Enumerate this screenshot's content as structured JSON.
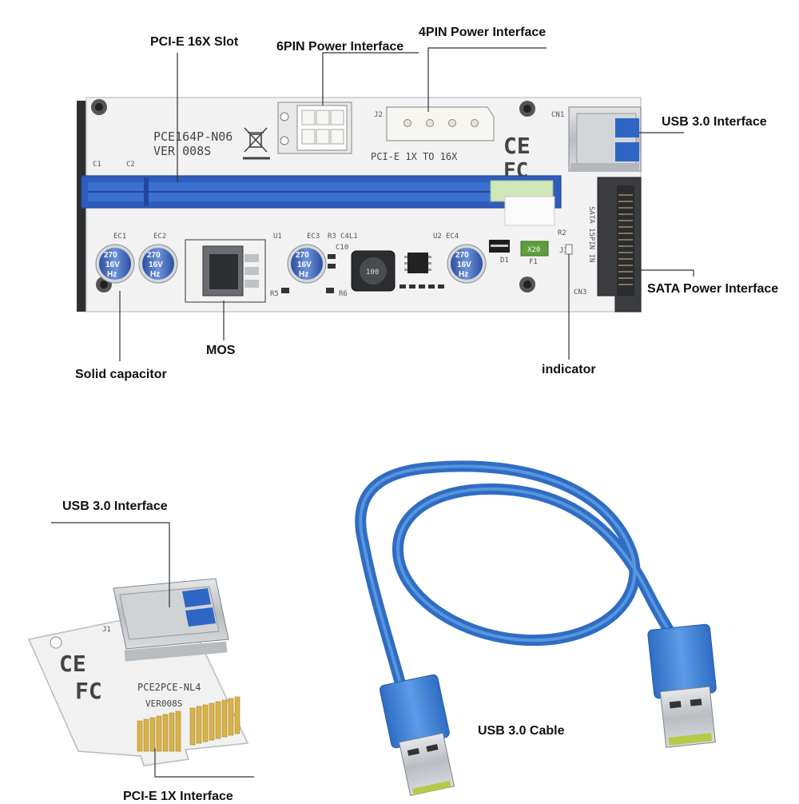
{
  "labels": {
    "pcie16x": "PCI-E 16X Slot",
    "pin6": "6PIN Power Interface",
    "pin4": "4PIN Power Interface",
    "usb_riser": "USB 3.0 Interface",
    "sata": "SATA Power Interface",
    "solid_cap": "Solid capacitor",
    "mos": "MOS",
    "indicator": "indicator",
    "usb_adapter": "USB 3.0 Interface",
    "pcie1x": "PCI-E 1X Interface",
    "usb_cable": "USB 3.0 Cable"
  },
  "riser_board": {
    "model": "PCE164P-N06",
    "version": "VER 008S",
    "conn_text": "PCI-E 1X TO 16X",
    "j2": "J2",
    "cn1": "CN1",
    "cn3": "CN3",
    "sata_15pin": "SATA 15PIN IN",
    "ce": "CE",
    "fc": "FC",
    "refs": {
      "c1": "C1",
      "c2": "C2",
      "ec1": "EC1",
      "ec2": "EC2",
      "u1": "U1",
      "ec3": "EC3",
      "r3": "R3",
      "c4l1": "C4L1",
      "c10": "C10",
      "u2": "U2",
      "ec4": "EC4",
      "r2": "R2",
      "j3": "J3",
      "d1": "D1",
      "f1": "F1",
      "r5": "R5",
      "r6": "R6",
      "inductor": "100"
    },
    "capacitor_marks": {
      "line1": "270",
      "line2": "16V",
      "line3": "Hz"
    },
    "fuse_mark": "X20"
  },
  "adapter_board": {
    "model": "PCE2PCE-NL4",
    "version": "VER008S",
    "j1": "J1",
    "ce": "CE",
    "fc": "FC"
  },
  "colors": {
    "pcb": "#f1f2f1",
    "pcie_slot": "#2f5dbd",
    "cable": "#3d82d6",
    "gold": "#d8b24a"
  }
}
